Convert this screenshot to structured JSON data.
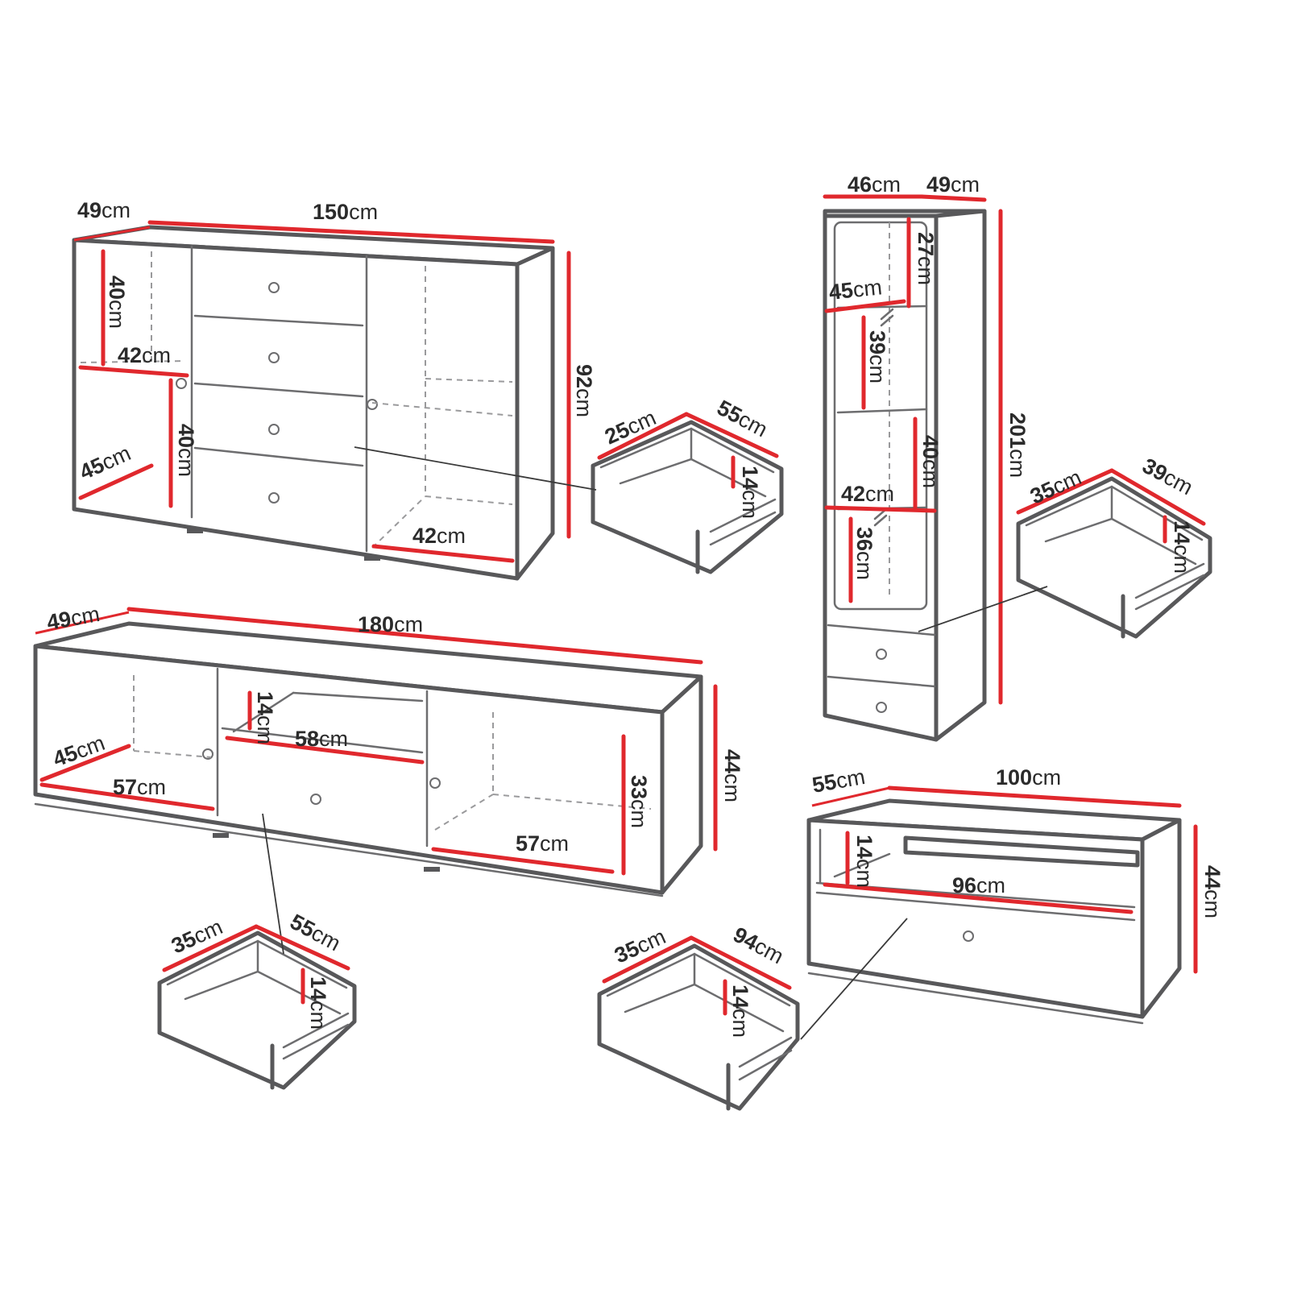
{
  "sideboard": {
    "depth": "49",
    "width": "150",
    "height": "92",
    "shelf_left_top": "40",
    "shelf_left_depth": "42",
    "shelf_left_bottom": "40",
    "inner_depth_left": "45",
    "inner_width_right": "42"
  },
  "sideboard_drawer": {
    "depth": "25",
    "width": "55",
    "height": "14"
  },
  "vitrine": {
    "width": "46",
    "depth": "49",
    "height": "201",
    "shelf_1": "27",
    "shelf_1_depth": "45",
    "shelf_2": "39",
    "shelf_3": "40",
    "shelf_3_depth": "42",
    "shelf_4": "36"
  },
  "vitrine_drawer": {
    "depth": "35",
    "width": "39",
    "height": "14"
  },
  "tv_stand": {
    "depth": "49",
    "width": "180",
    "height": "44",
    "niche_height": "14",
    "niche_width": "58",
    "inner_depth_left": "45",
    "inner_width_left": "57",
    "inner_width_right": "57",
    "inner_height_right": "33"
  },
  "tv_drawer": {
    "depth": "35",
    "width": "55",
    "height": "14"
  },
  "coffee_table": {
    "depth": "55",
    "width": "100",
    "height": "44",
    "niche_height": "14",
    "niche_width": "96"
  },
  "coffee_drawer": {
    "depth": "35",
    "width": "94",
    "height": "14"
  },
  "unit": "cm"
}
